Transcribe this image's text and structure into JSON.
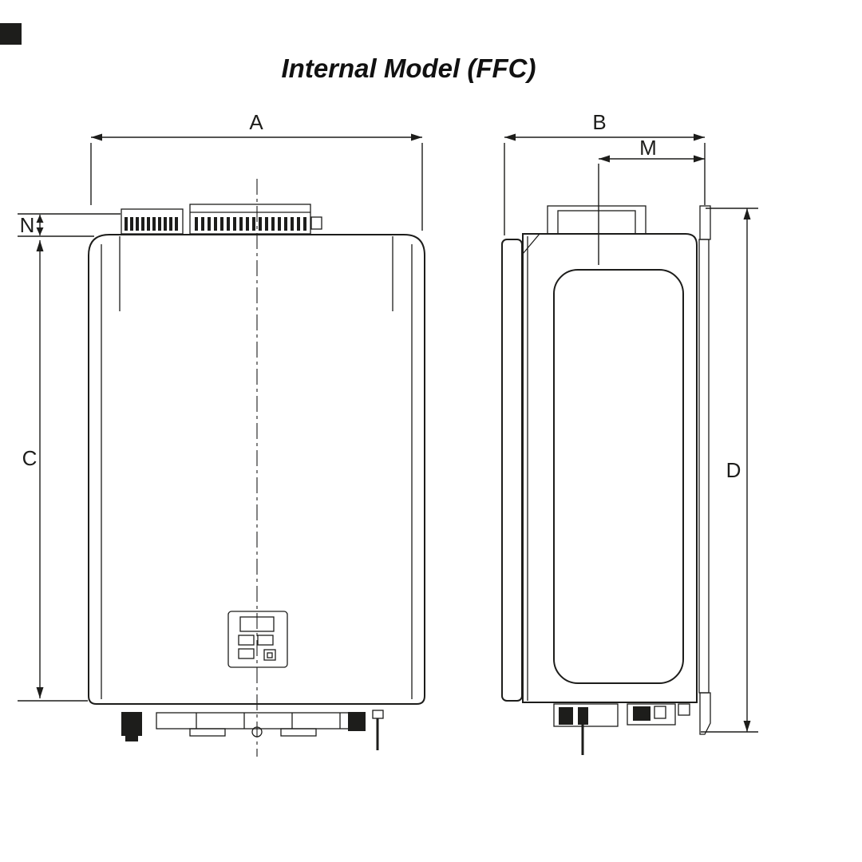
{
  "title": "Internal Model (FFC)",
  "colors": {
    "line": "#1d1d1b",
    "background": "#ffffff"
  },
  "dimension_labels": {
    "a": "A",
    "b": "B",
    "c": "C",
    "d": "D",
    "m": "M",
    "n": "N"
  }
}
